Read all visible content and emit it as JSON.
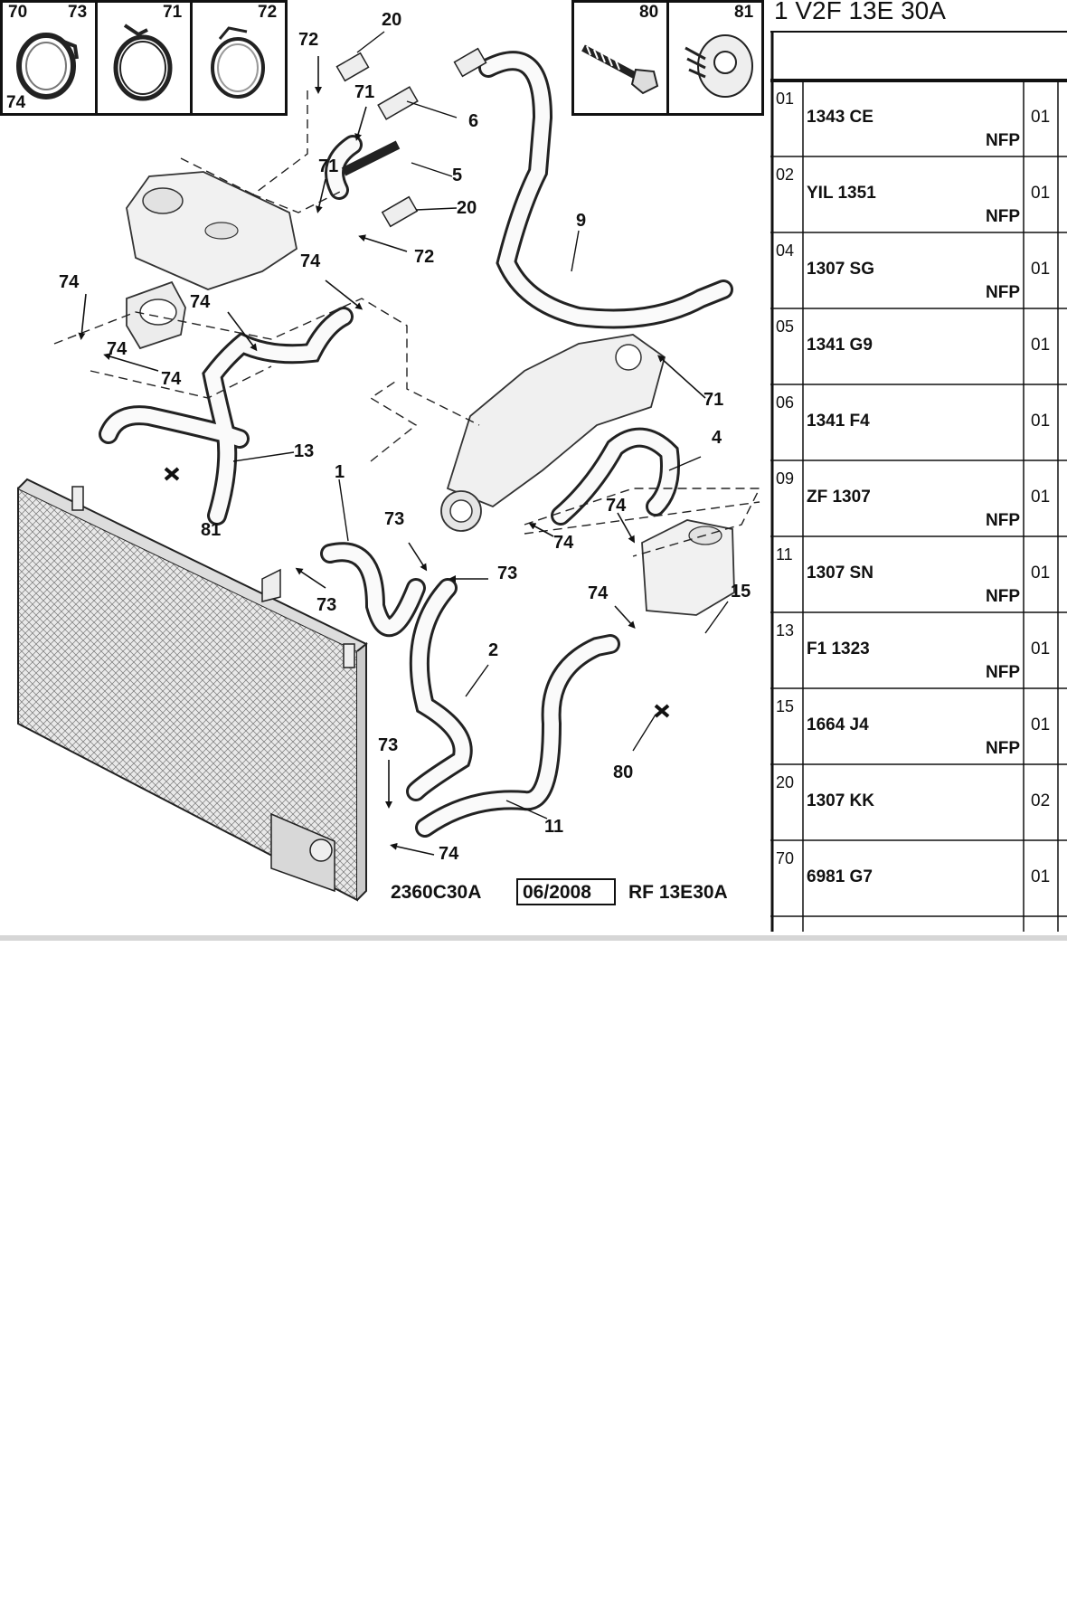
{
  "diagram": {
    "clamp_boxes": [
      {
        "labels": [
          "70",
          "73",
          "74"
        ]
      },
      {
        "labels": [
          "71"
        ]
      },
      {
        "labels": [
          "72"
        ]
      }
    ],
    "fastener_boxes": [
      {
        "label": "80"
      },
      {
        "label": "81"
      }
    ],
    "callouts": [
      "20",
      "72",
      "71",
      "6",
      "5",
      "20",
      "72",
      "71",
      "9",
      "74",
      "74",
      "74",
      "74",
      "74",
      "13",
      "81",
      "1",
      "73",
      "73",
      "73",
      "2",
      "4",
      "74",
      "74",
      "71",
      "74",
      "15",
      "73",
      "74",
      "11",
      "80"
    ],
    "footer": {
      "drawing_number": "2360C30A",
      "date": "06/2008",
      "reference": "RF 13E30A"
    }
  },
  "parts_table": {
    "header": "1 V2F 13E 30A",
    "rows": [
      {
        "pos": "01",
        "ref": "1343 CE",
        "nfp": "NFP",
        "qty": "01"
      },
      {
        "pos": "02",
        "ref": "YIL 1351",
        "nfp": "NFP",
        "qty": "01"
      },
      {
        "pos": "04",
        "ref": "1307 SG",
        "nfp": "NFP",
        "qty": "01"
      },
      {
        "pos": "05",
        "ref": "1341 G9",
        "nfp": "",
        "qty": "01"
      },
      {
        "pos": "06",
        "ref": "1341 F4",
        "nfp": "",
        "qty": "01"
      },
      {
        "pos": "09",
        "ref": "ZF 1307",
        "nfp": "NFP",
        "qty": "01"
      },
      {
        "pos": "11",
        "ref": "1307 SN",
        "nfp": "NFP",
        "qty": "01"
      },
      {
        "pos": "13",
        "ref": "F1 1323",
        "nfp": "NFP",
        "qty": "01"
      },
      {
        "pos": "15",
        "ref": "1664 J4",
        "nfp": "NFP",
        "qty": "01"
      },
      {
        "pos": "20",
        "ref": "1307 KK",
        "nfp": "",
        "qty": "02"
      },
      {
        "pos": "70",
        "ref": "6981 G7",
        "nfp": "",
        "qty": "01"
      }
    ]
  }
}
